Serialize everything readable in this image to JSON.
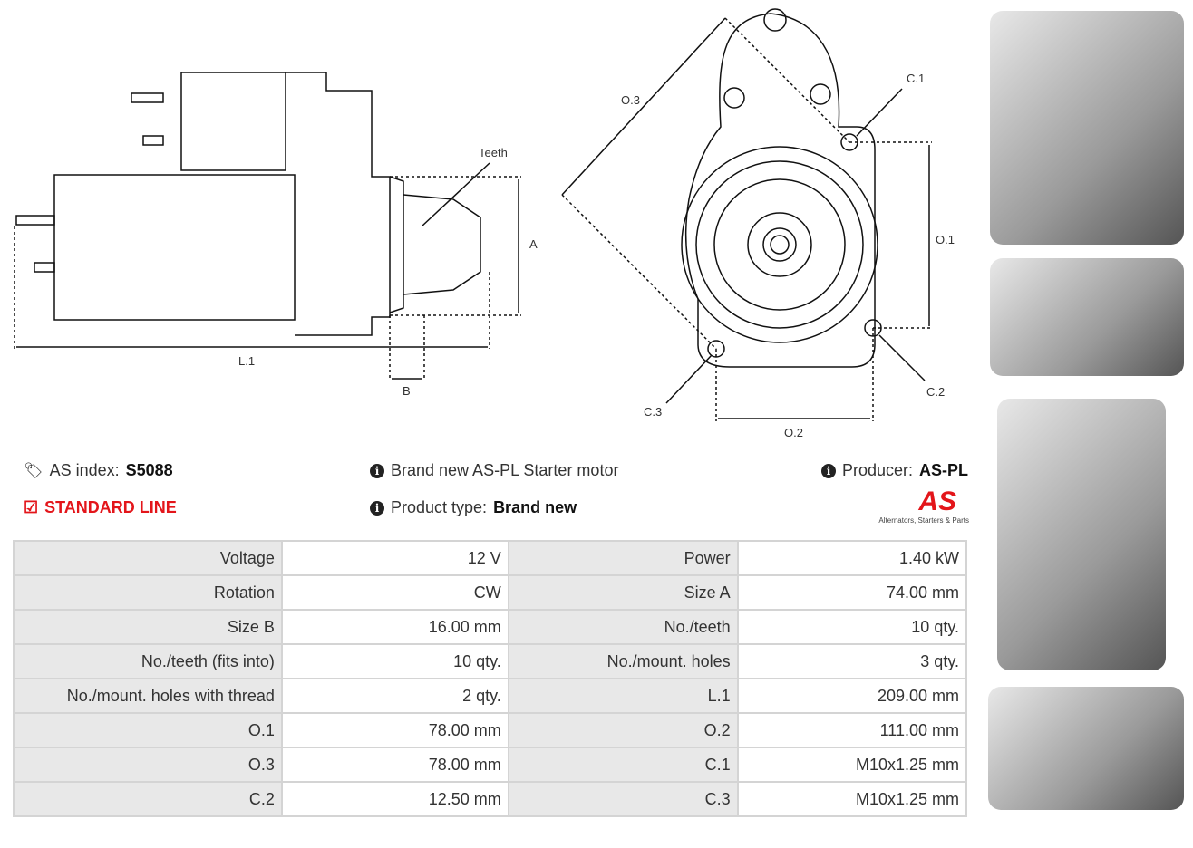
{
  "drawing": {
    "teeth": "Teeth",
    "a": "A",
    "l1": "L.1",
    "b": "B",
    "o3": "O.3",
    "c1": "C.1",
    "o1": "O.1",
    "c2": "C.2",
    "c3": "C.3",
    "o2": "O.2"
  },
  "info": {
    "index_label": "AS index:",
    "index_value": "S5088",
    "line": "STANDARD LINE",
    "description": "Brand new AS-PL Starter motor",
    "type_label": "Product type:",
    "type_value": "Brand new",
    "producer_label": "Producer:",
    "producer_value": "AS-PL",
    "logo_text": "AS",
    "logo_tagline": "Alternators, Starters & Parts"
  },
  "colors": {
    "accent": "#e3151a",
    "label_bg": "#e8e8e8"
  },
  "specs": [
    [
      "Voltage",
      "12 V",
      "Power",
      "1.40 kW"
    ],
    [
      "Rotation",
      "CW",
      "Size A",
      "74.00 mm"
    ],
    [
      "Size B",
      "16.00 mm",
      "No./teeth",
      "10 qty."
    ],
    [
      "No./teeth (fits into)",
      "10 qty.",
      "No./mount. holes",
      "3 qty."
    ],
    [
      "No./mount. holes with thread",
      "2 qty.",
      "L.1",
      "209.00 mm"
    ],
    [
      "O.1",
      "78.00 mm",
      "O.2",
      "111.00 mm"
    ],
    [
      "O.3",
      "78.00 mm",
      "C.1",
      "M10x1.25 mm"
    ],
    [
      "C.2",
      "12.50 mm",
      "C.3",
      "M10x1.25 mm"
    ]
  ]
}
